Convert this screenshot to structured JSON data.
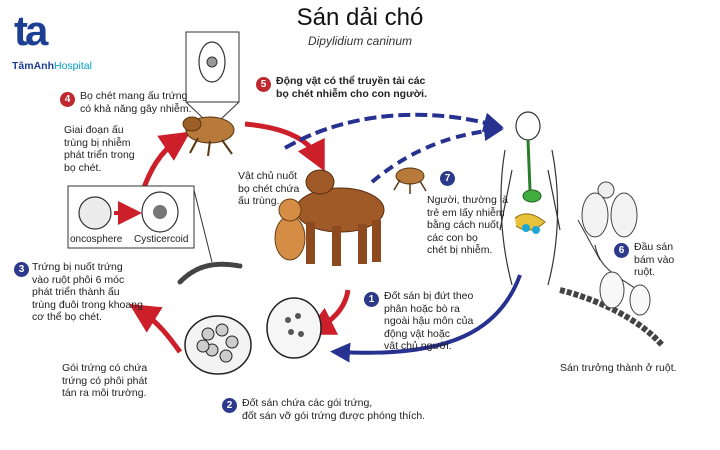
{
  "logo": {
    "mark": "ta",
    "name_part1": "TâmAnh",
    "name_part2": "Hospital"
  },
  "title": "Sán dải chó",
  "subtitle": "Dipylidium caninum",
  "inset_labels": {
    "oncosphere": "oncosphere",
    "cysticercoid": "Cysticercoid"
  },
  "steps": [
    {
      "number": "1",
      "lines": [
        "Đốt sán bị đứt theo",
        "phân hoặc bò ra",
        "ngoài hậu môn của",
        "động vật hoặc",
        "vật chủ người."
      ]
    },
    {
      "number": "2",
      "lines": [
        "Đốt sán chứa các gói trứng,",
        "đốt sán vỡ gói trứng được phóng thích."
      ]
    },
    {
      "number": "3",
      "lines": [
        "Trứng bị nuốt trứng",
        "vào ruột phôi 6 móc",
        "phát triển thành ấu",
        "trùng đuôi trong khoang",
        "cơ thể bọ chét."
      ]
    },
    {
      "number": "4",
      "lines": [
        "Bọ chét mang ấu trứng",
        "có khả năng gây nhiễm."
      ]
    },
    {
      "number": "5",
      "lines": [
        "Động vật có thể truyền tải các",
        "bọ chét nhiễm cho con người."
      ]
    },
    {
      "number": "6",
      "lines": [
        "Đầu sán",
        "bám vào",
        "ruột."
      ]
    },
    {
      "number": "7",
      "lines": [
        "Người, thường là",
        "trẻ em lấy nhiễm",
        "bằng cách nuốt",
        "các con bọ",
        "chét bị nhiễm."
      ]
    }
  ],
  "notes": {
    "larva_stage": [
      "Giai đoạn ấu",
      "trùng bị nhiễm",
      "phát triển trong",
      "bọ chét."
    ],
    "host": [
      "Vật chủ nuốt",
      "bọ chét chứa",
      "ấu trùng."
    ],
    "egg_packet": [
      "Gói trứng có chứa",
      "trứng có phôi phát",
      "tán ra môi trường."
    ],
    "adult": [
      "Sán trưởng thành ở ruột."
    ]
  },
  "colors": {
    "red_arrow": "#cc1f2a",
    "blue_arrow": "#27318f",
    "logo_blue": "#1c3f94",
    "logo_cyan": "#00a0c6",
    "step_red": "#c0282f",
    "step_blue": "#2d3a8c"
  }
}
